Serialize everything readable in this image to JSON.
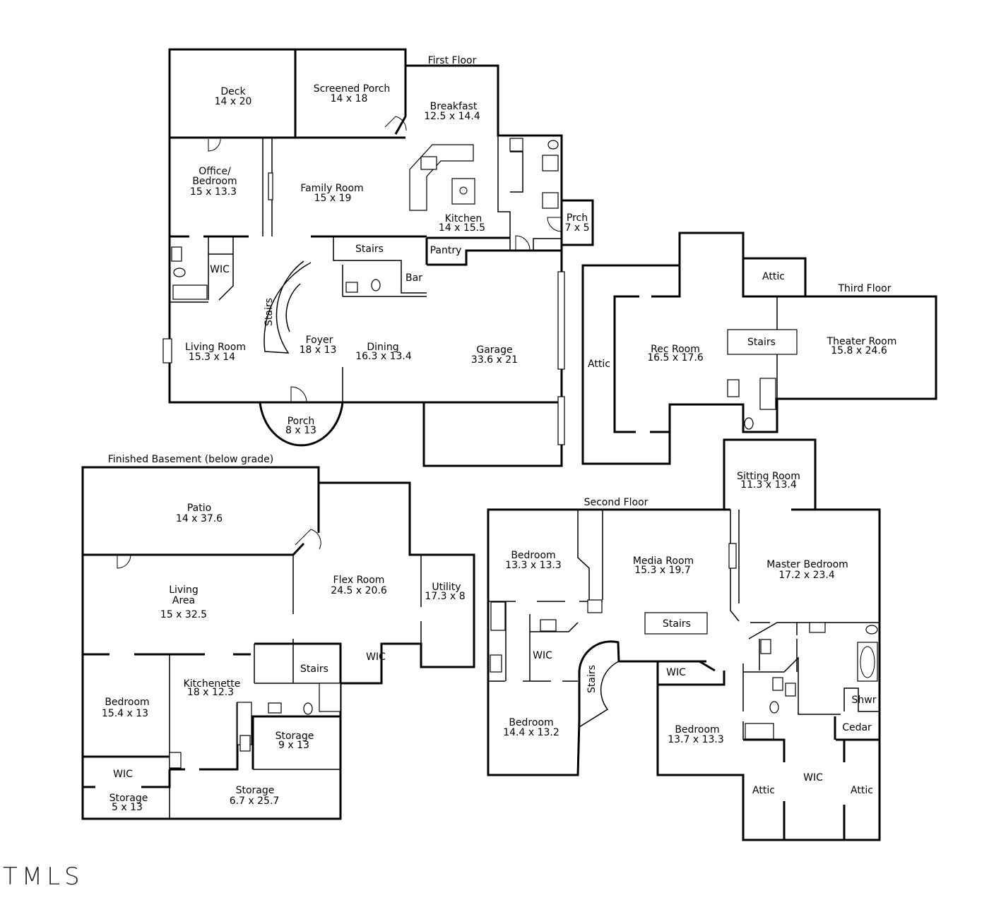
{
  "floors": {
    "first": {
      "title": "First Floor",
      "rooms": [
        {
          "name": "Deck",
          "size": "14 x 20"
        },
        {
          "name": "Screened Porch",
          "size": "14 x 18"
        },
        {
          "name": "Breakfast",
          "size": "12.5 x 14.4"
        },
        {
          "name": "Office/",
          "name2": "Bedroom",
          "size": "15 x 13.3"
        },
        {
          "name": "Family Room",
          "size": "15 x 19"
        },
        {
          "name": "Kitchen",
          "size": "14 x 15.5"
        },
        {
          "name": "Prch",
          "size": "7 x 5"
        },
        {
          "name": "Pantry"
        },
        {
          "name": "Stairs"
        },
        {
          "name": "WIC"
        },
        {
          "name": "Bar"
        },
        {
          "name": "Stairs"
        },
        {
          "name": "Living Room",
          "size": "15.3 x 14"
        },
        {
          "name": "Foyer",
          "size": "18 x 13"
        },
        {
          "name": "Dining",
          "size": "16.3 x 13.4"
        },
        {
          "name": "Garage",
          "size": "33.6 x 21"
        },
        {
          "name": "Porch",
          "size": "8 x 13"
        }
      ]
    },
    "third": {
      "title": "Third Floor",
      "rooms": [
        {
          "name": "Attic"
        },
        {
          "name": "Attic"
        },
        {
          "name": "Rec Room",
          "size": "16.5 x 17.6"
        },
        {
          "name": "Stairs"
        },
        {
          "name": "Theater Room",
          "size": "15.8 x 24.6"
        }
      ]
    },
    "basement": {
      "title": "Finished Basement (below grade)",
      "rooms": [
        {
          "name": "Patio",
          "size": "14 x 37.6"
        },
        {
          "name": "Living",
          "name2": "Area",
          "size": "15 x 32.5"
        },
        {
          "name": "Flex Room",
          "size": "24.5 x 20.6"
        },
        {
          "name": "Utility",
          "size": "17.3 x 8"
        },
        {
          "name": "WIC"
        },
        {
          "name": "Stairs"
        },
        {
          "name": "Kitchenette",
          "size": "18 x 12.3"
        },
        {
          "name": "Bedroom",
          "size": "15.4 x 13"
        },
        {
          "name": "Storage",
          "size": "9 x 13"
        },
        {
          "name": "WIC"
        },
        {
          "name": "Storage",
          "size": "5 x 13"
        },
        {
          "name": "Storage",
          "size": "6.7 x 25.7"
        }
      ]
    },
    "second": {
      "title": "Second Floor",
      "rooms": [
        {
          "name": "Sitting Room",
          "size": "11.3 x 13.4"
        },
        {
          "name": "Bedroom",
          "size": "13.3 x 13.3"
        },
        {
          "name": "Media Room",
          "size": "15.3 x 19.7"
        },
        {
          "name": "Master Bedroom",
          "size": "17.2 x 23.4"
        },
        {
          "name": "Stairs"
        },
        {
          "name": "WIC"
        },
        {
          "name": "Stairs"
        },
        {
          "name": "WIC"
        },
        {
          "name": "Shwr"
        },
        {
          "name": "Cedar"
        },
        {
          "name": "Bedroom",
          "size": "14.4 x 13.2"
        },
        {
          "name": "Bedroom",
          "size": "13.7 x 13.3"
        },
        {
          "name": "Attic"
        },
        {
          "name": "WIC"
        },
        {
          "name": "Attic"
        }
      ]
    }
  },
  "watermark": "TMLS"
}
